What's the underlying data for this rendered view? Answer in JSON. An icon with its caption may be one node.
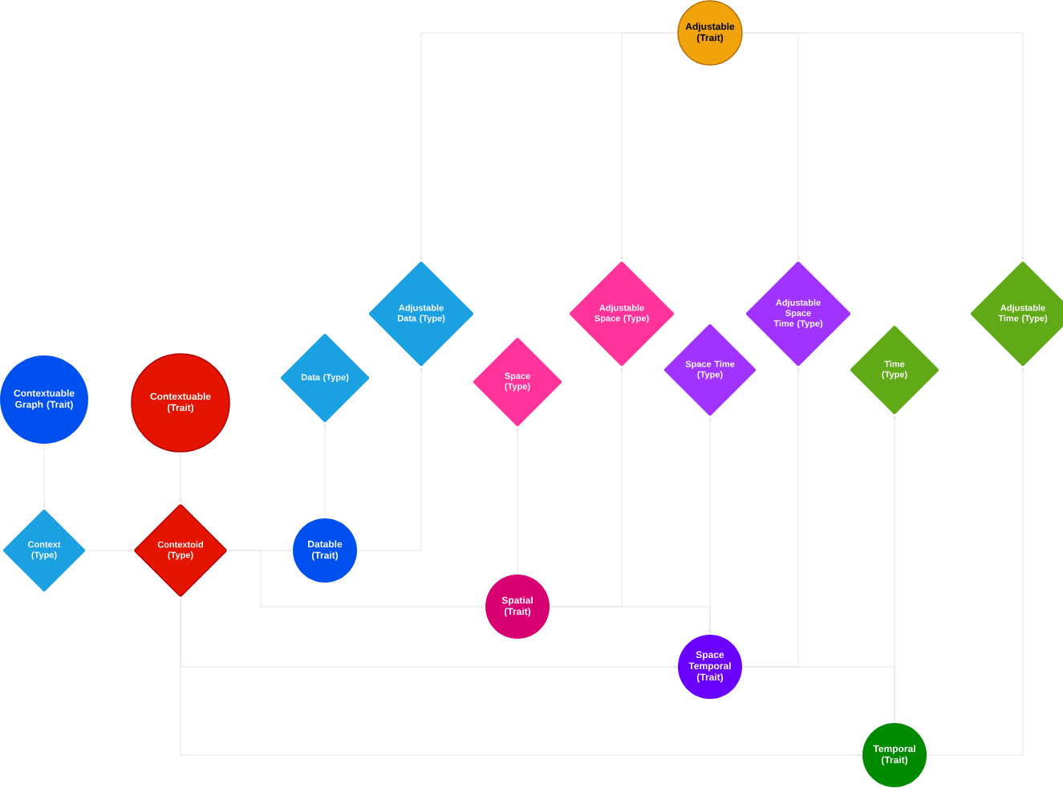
{
  "diagram": {
    "nodes": [
      {
        "text": [
          "Adjustable (Trait)"
        ]
      },
      {
        "text": [
          "Adjustable Data (Type)"
        ]
      },
      {
        "text": [
          "Adjustable Space (Type)"
        ]
      },
      {
        "text": [
          "Adjustable Space Time (Type)"
        ]
      },
      {
        "text": [
          "Adjustable Time (Type)"
        ]
      },
      {
        "text": [
          "Contextuable Graph (Trait)"
        ]
      },
      {
        "text": [
          "Contextuable (Trait)"
        ]
      },
      {
        "text": [
          "Data (Type)"
        ]
      },
      {
        "text": [
          "Space (Type)"
        ]
      },
      {
        "text": [
          "Space Time (Type)"
        ]
      },
      {
        "text": [
          "Time (Type)"
        ]
      },
      {
        "text": [
          "Context (Type)"
        ]
      },
      {
        "text": [
          "Contextoid (Type)"
        ]
      },
      {
        "text": [
          "Datable (Trait)"
        ]
      },
      {
        "text": [
          "Spatial (Trait)"
        ]
      },
      {
        "text": [
          "Space Temporal (Trait)"
        ]
      },
      {
        "text": [
          "Temporal (Trait)"
        ]
      }
    ],
    "edges": [
      {
        "from": 0,
        "to": 1,
        "arrow": "to"
      },
      {
        "from": 0,
        "to": 2,
        "arrow": "to"
      },
      {
        "from": 0,
        "to": 3,
        "arrow": "to"
      },
      {
        "from": 0,
        "to": 4,
        "arrow": "to"
      },
      {
        "from": 5,
        "to": 11,
        "arrow": "to"
      },
      {
        "from": 6,
        "to": 12,
        "arrow": "to"
      },
      {
        "from": 11,
        "to": 12,
        "arrow": "to"
      },
      {
        "from": 12,
        "to": 13,
        "arrow": "to"
      },
      {
        "from": 12,
        "to": 14,
        "arrow": "to"
      },
      {
        "from": 12,
        "to": 15,
        "arrow": "to"
      },
      {
        "from": 12,
        "to": 16,
        "arrow": "to"
      },
      {
        "from": 13,
        "to": 7,
        "arrow": "to"
      },
      {
        "from": 13,
        "to": 1,
        "arrow": "to"
      },
      {
        "from": 14,
        "to": 8,
        "arrow": "to"
      },
      {
        "from": 14,
        "to": 2,
        "arrow": "to"
      },
      {
        "from": 14,
        "to": 15,
        "arrow": "to"
      },
      {
        "from": 15,
        "to": 9,
        "arrow": "to"
      },
      {
        "from": 15,
        "to": 3,
        "arrow": "to"
      },
      {
        "from": 16,
        "to": 15,
        "arrow": "none"
      },
      {
        "from": 16,
        "to": 10,
        "arrow": "to"
      },
      {
        "from": 16,
        "to": 4,
        "arrow": "to"
      }
    ]
  }
}
